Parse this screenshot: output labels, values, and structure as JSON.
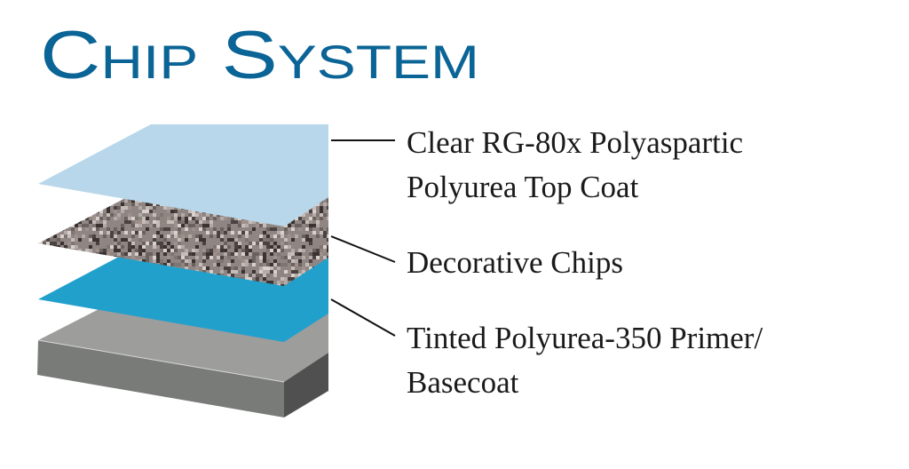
{
  "title": "Chip System",
  "colors": {
    "title": "#0a6496",
    "top_coat": "#b8d7ea",
    "primer": "#22a0cc",
    "base_top": "#9d9d9c",
    "base_front": "#797b79",
    "base_side": "#4f504f",
    "leader": "#111111"
  },
  "layers": [
    {
      "name": "top-coat",
      "label_lines": [
        "Clear RG-80x Polyaspartic",
        "Polyurea Top Coat"
      ]
    },
    {
      "name": "decorative-chips",
      "label_lines": [
        "Decorative Chips"
      ]
    },
    {
      "name": "primer-basecoat",
      "label_lines": [
        "Tinted Polyurea-350 Primer/",
        "Basecoat"
      ]
    }
  ]
}
